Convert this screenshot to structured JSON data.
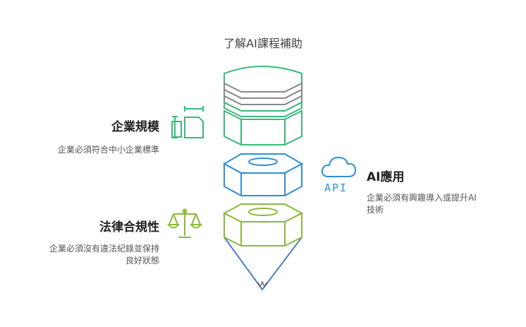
{
  "title": "了解AI課程補助",
  "items": [
    {
      "heading": "企業規模",
      "description": "企業必須符合中小企業標準",
      "icon": "document-size-icon",
      "color": "#3ab97a"
    },
    {
      "heading": "AI應用",
      "description_line1": "企業必須有興趣導入或提升AI",
      "description_line2": "技術",
      "icon": "cloud-api-icon",
      "icon_text": "API",
      "color": "#2e8fd6"
    },
    {
      "heading": "法律合規性",
      "description_line1": "企業必須沒有違法紀錄並保持",
      "description_line2": "良好狀態",
      "icon": "scales-icon",
      "color": "#8cb83a"
    }
  ]
}
